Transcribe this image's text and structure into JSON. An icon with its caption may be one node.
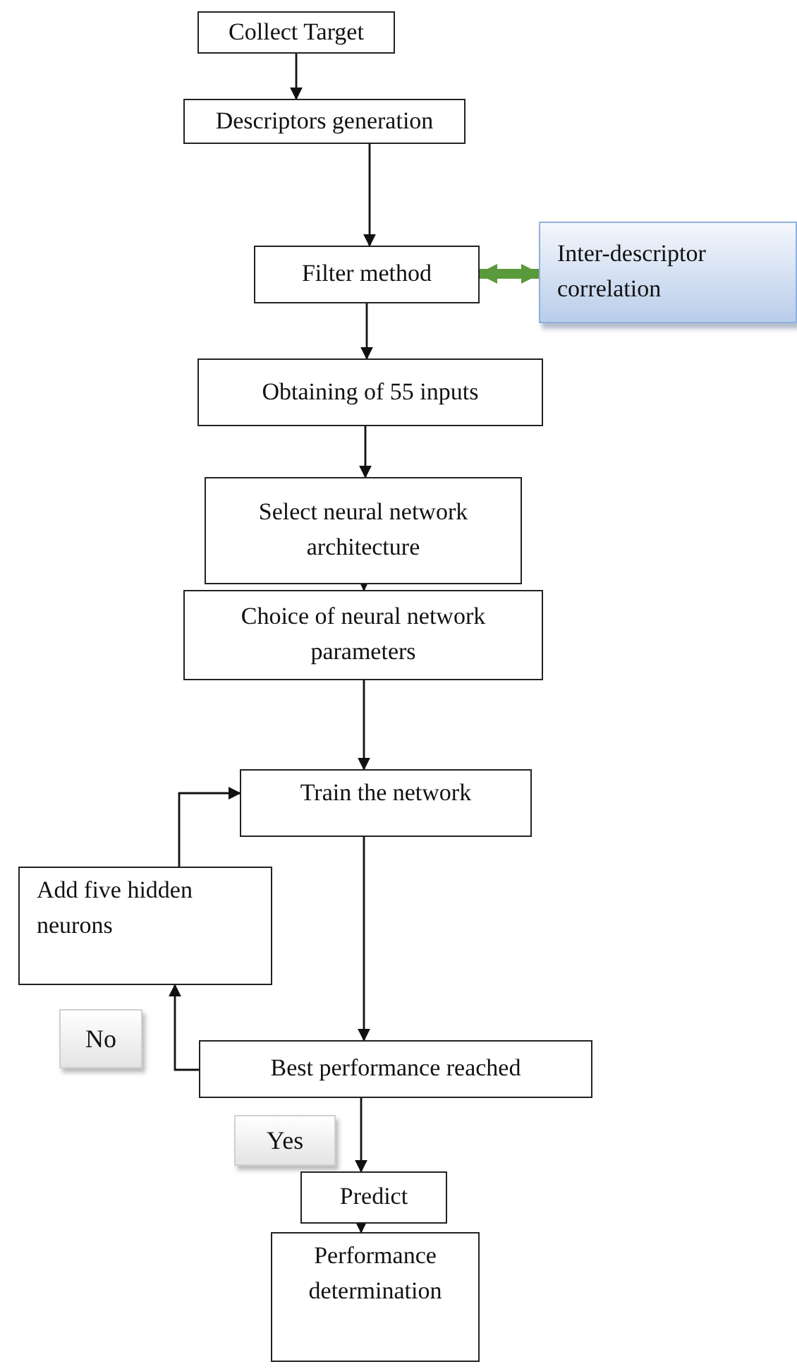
{
  "diagram": {
    "nodes": [
      {
        "text": [
          "Collect Target"
        ]
      },
      {
        "text": [
          "Descriptors generation"
        ]
      },
      {
        "text": [
          "Filter method"
        ]
      },
      {
        "text": [
          "Inter-descriptor correlation"
        ]
      },
      {
        "text": [
          "Obtaining of 55 inputs"
        ]
      },
      {
        "text": [
          "Select neural network architecture"
        ]
      },
      {
        "text": [
          "Choice of neural network parameters"
        ]
      },
      {
        "text": [
          "Train the network"
        ]
      },
      {
        "text": [
          "Add five hidden neurons"
        ]
      },
      {
        "text": [
          "Best performance reached"
        ]
      },
      {
        "text": [
          "Predict"
        ]
      },
      {
        "text": [
          "Performance determination"
        ]
      }
    ],
    "edges": [
      {
        "from": 0,
        "to": 1,
        "arrow": "to"
      },
      {
        "from": 1,
        "to": 2,
        "arrow": "to"
      },
      {
        "from": 2,
        "to": 3,
        "arrow": "both",
        "style": "thick",
        "color": "#5a9a3a"
      },
      {
        "from": 2,
        "to": 4,
        "arrow": "to"
      },
      {
        "from": 4,
        "to": 5,
        "arrow": "to"
      },
      {
        "from": 5,
        "to": 6,
        "arrow": "to"
      },
      {
        "from": 6,
        "to": 7,
        "arrow": "to"
      },
      {
        "from": 7,
        "to": 9,
        "arrow": "to"
      },
      {
        "from": 9,
        "to": 8,
        "arrow": "to",
        "label": "No"
      },
      {
        "from": 8,
        "to": 7,
        "arrow": "to"
      },
      {
        "from": 9,
        "to": 10,
        "arrow": "to",
        "label": "Yes"
      },
      {
        "from": 10,
        "to": 11,
        "arrow": "to"
      }
    ]
  }
}
